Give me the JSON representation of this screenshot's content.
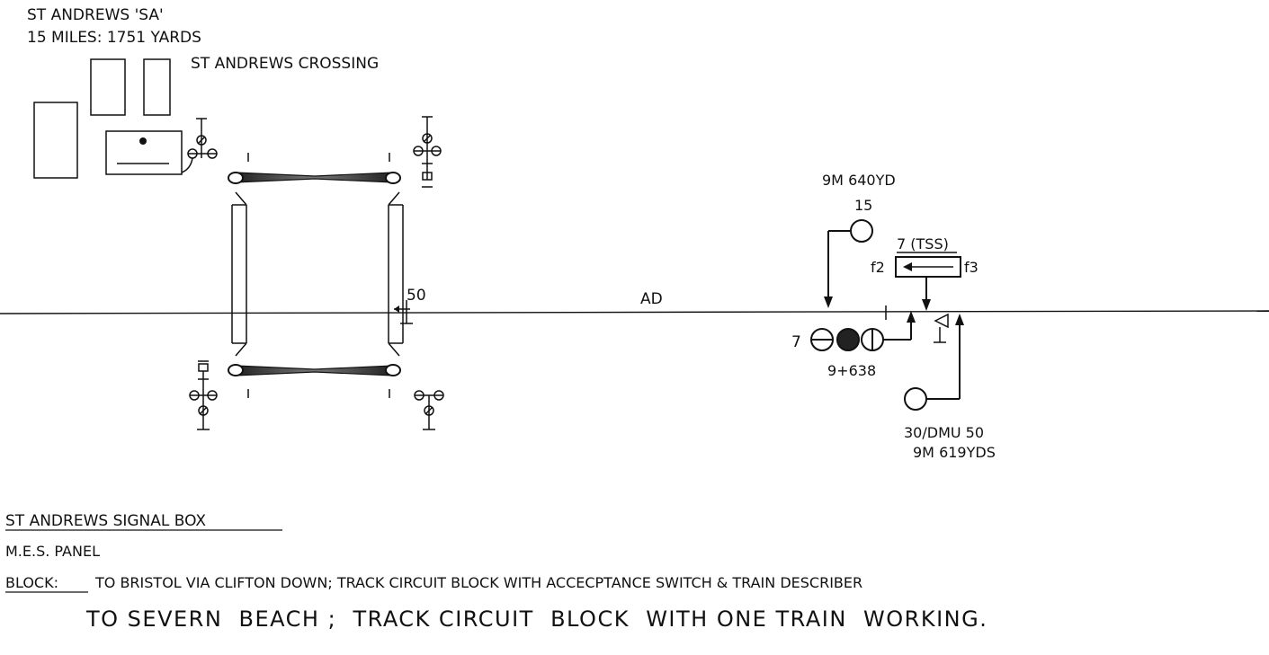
{
  "header": {
    "box_name": "ST ANDREWS 'SA'",
    "mileage": "15 MILES: 1751 YARDS",
    "crossing_name": "ST ANDREWS CROSSING"
  },
  "diagram": {
    "ground_frame_number": "50",
    "line_label": "AD",
    "signal_15_mileage": "9M 640YD",
    "signal_15_number": "15",
    "tss_label": "7 (TSS)",
    "tss_left_function": "f2",
    "tss_right_function": "f3",
    "signal_7_number": "7",
    "signal_7_mileage": "9+638",
    "speed_restriction": "30/DMU 50",
    "speed_board_mileage": "9M 619YDS"
  },
  "notes": {
    "title": "ST ANDREWS SIGNAL BOX",
    "panel": "M.E.S. PANEL",
    "block_prefix": "BLOCK:",
    "block_line1": "TO BRISTOL VIA CLIFTON DOWN; TRACK CIRCUIT BLOCK WITH ACCECPTANCE SWITCH & TRAIN DESCRIBER",
    "block_line2": "TO SEVERN  BEACH ;  TRACK CIRCUIT  BLOCK  WITH ONE TRAIN  WORKING."
  },
  "colors": {
    "ink": "#111111",
    "paper": "#ffffff"
  }
}
